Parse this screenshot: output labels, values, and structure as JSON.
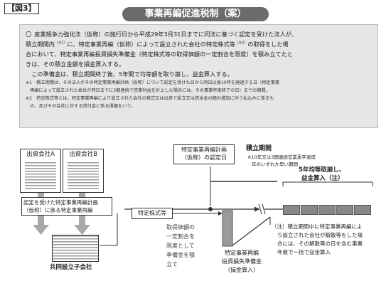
{
  "figure_label": "【図3】",
  "title": "事業再編促進税制（案）",
  "description": {
    "bullet": "〇",
    "para1_a": "産業競争力強化法（仮称）の施行日から平成29年3月31日までに同法に基づく認定を受けた法人が、",
    "para1_b_1": "積立期間内",
    "para1_b_sup1": "（※1）",
    "para1_b_2": "に、特定事業再編（仮称）によって設立された会社の特定株式等",
    "para1_b_sup2": "（※2）",
    "para1_b_3": "の取得をした場",
    "para1_c": "合において、特定事業再編投資損失準備金（特定株式等の取得価額の一定割合を限度）を積み立てたと",
    "para1_d": "きは、その積立金額を損金算入する。",
    "para2": "この準備金は、積立期間終了後、5年間で均等額を取り崩し、益金算入する。",
    "note1_a": "※1　積立期間は、その法人がその特定事業再編計画（仮称）について認定を受けた日から同日以後10年を経過する日（特定事業",
    "note1_b": "再編によって設立された会社が同日までに3期連続で営業利益を計上した場合には、その事業年度終了の日）までの期間。",
    "note2_a": "※2　特定株式等とは、特定事業再編により設立された会社の株式又は出資で設立又は資本金の額の増加に伴う払込みに係るも",
    "note2_b": "の、及びその会社に対する貸付金に係る債権をいう。"
  },
  "diagram": {
    "investor_a": "出資会社A",
    "investor_b": "出資会社B",
    "approved_plan_1": "認定を受けた特定事業再編計画",
    "approved_plan_2": "（仮称）に係る特定事業再編",
    "joint_company": "共同設立子会社",
    "specific_shares": "特定株式等",
    "approval_date_1": "特定事業再編計画",
    "approval_date_2": "（仮称）の認定日",
    "accumulation_period": "積立期間",
    "accumulation_note_1": "※10年又は3期連続営業黒字達成",
    "accumulation_note_2": "年のいずれか早い期間",
    "reversal_1": "5年均等取崩し、",
    "reversal_2": "益金算入（注）",
    "acquisition_1": "取得価額の",
    "acquisition_2": "一定割合を",
    "acquisition_3": "限度として",
    "acquisition_4": "準備金を積",
    "acquisition_5": "立て",
    "reserve_1": "特定事業再編",
    "reserve_2": "投資損失準備金",
    "reserve_3": "（損金算入）",
    "note_1": "（注）積立期間中に特定事業再編によ",
    "note_2": "り設立された会社が解散等をした場",
    "note_3": "合には、その解散等の日を含む事業",
    "note_4": "年度で一括で益金算入"
  }
}
